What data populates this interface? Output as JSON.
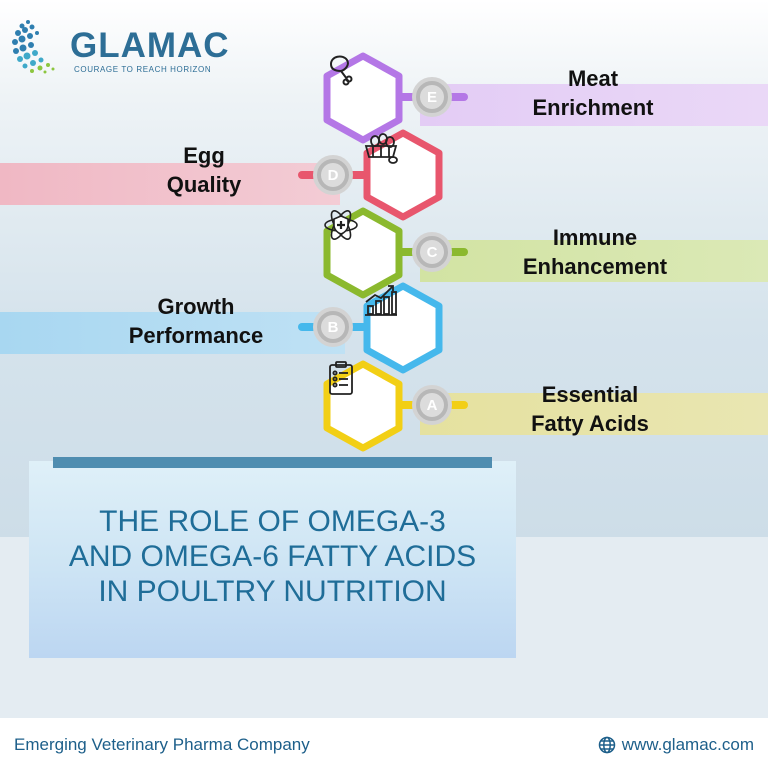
{
  "brand": {
    "name": "GLAMAC",
    "tagline": "COURAGE TO REACH HORIZON"
  },
  "items": [
    {
      "letter": "E",
      "line1": "Meat",
      "line2": "Enrichment",
      "color": "#b477e6",
      "icon": "chicken-leg-icon"
    },
    {
      "letter": "D",
      "line1": "Egg",
      "line2": "Quality",
      "color": "#e8566d",
      "icon": "egg-basket-icon"
    },
    {
      "letter": "C",
      "line1": "Immune",
      "line2": "Enhancement",
      "color": "#8bb92e",
      "icon": "shield-atom-icon"
    },
    {
      "letter": "B",
      "line1": "Growth",
      "line2": "Performance",
      "color": "#45b8ec",
      "icon": "bar-chart-growth-icon"
    },
    {
      "letter": "A",
      "line1": "Essential",
      "line2": "Fatty Acids",
      "color": "#f2cf15",
      "icon": "checklist-clipboard-icon"
    }
  ],
  "title": {
    "line1": "THE ROLE OF OMEGA-3",
    "line2": "AND OMEGA-6 FATTY ACIDS",
    "line3": "IN POULTRY NUTRITION"
  },
  "footer": {
    "company": "Emerging Veterinary Pharma Company",
    "website": "www.glamac.com"
  }
}
